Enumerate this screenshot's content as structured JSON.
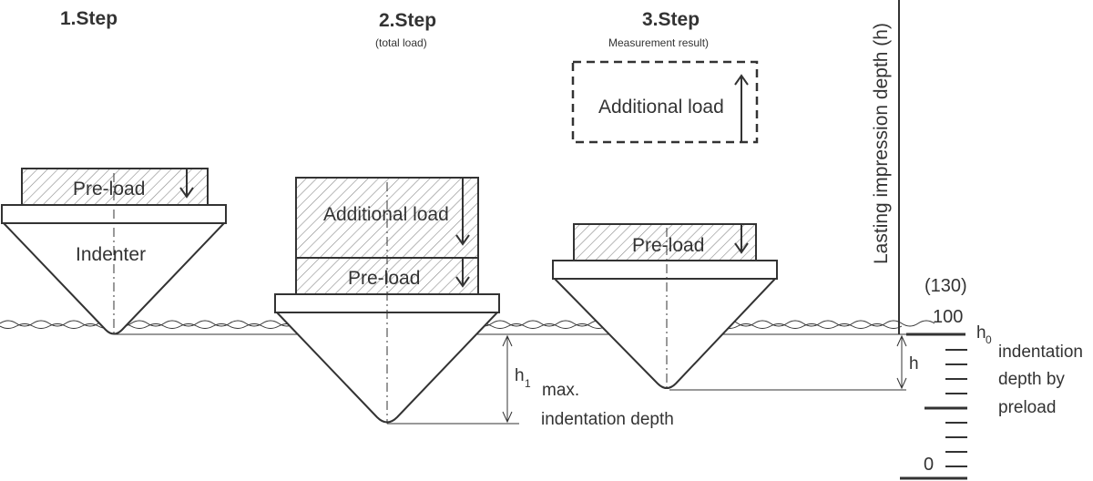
{
  "steps": [
    {
      "title": "1.Step",
      "subtitle": ""
    },
    {
      "title": "2.Step",
      "subtitle": "(total load)"
    },
    {
      "title": "3.Step",
      "subtitle": "Measurement result)"
    }
  ],
  "labels": {
    "preload": "Pre-load",
    "indenter": "Indenter",
    "additional_load": "Additional load",
    "h1_main": "h",
    "h1_sub": "1",
    "max_line1": "max.",
    "max_line2": "indentation depth",
    "h_label": "h",
    "h0_main": "h",
    "h0_sub": "0",
    "h0_line1": "indentation",
    "h0_line2": "depth by",
    "h0_line3": "preload"
  },
  "scale": {
    "axis_title": "Lasting impression depth (h)",
    "top_value": "(130)",
    "hundred": "100",
    "zero": "0"
  },
  "colors": {
    "ink": "#333333",
    "background": "#ffffff"
  }
}
